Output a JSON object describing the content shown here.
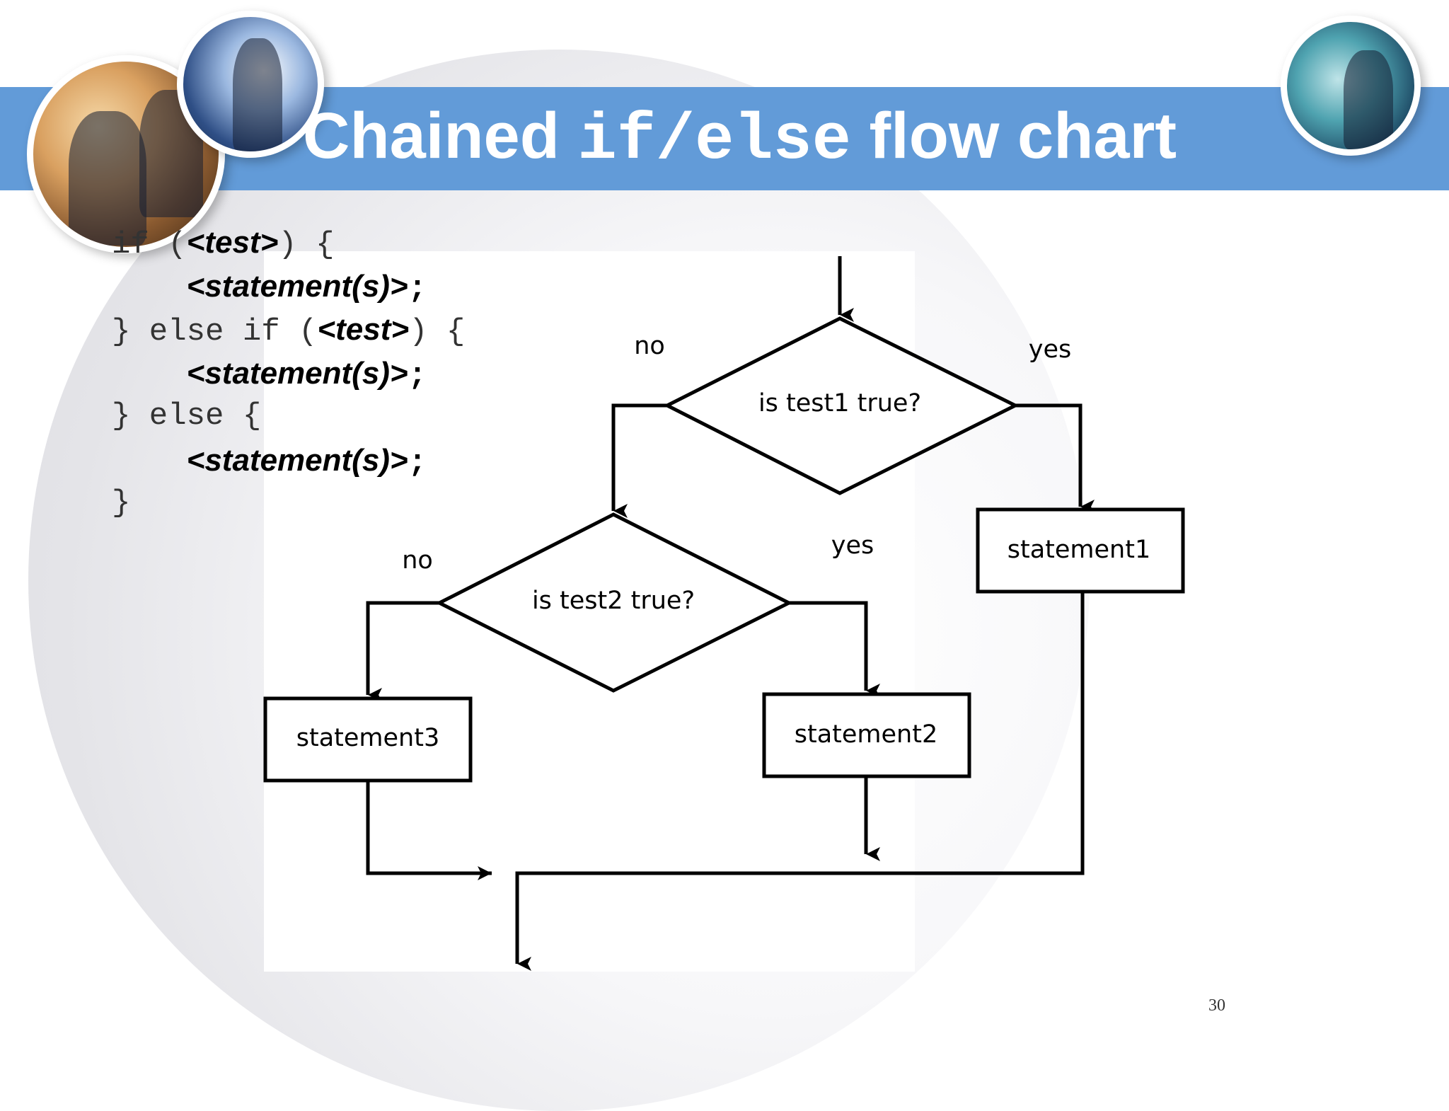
{
  "title": {
    "prefix": "Chained ",
    "code": "if/else",
    "suffix": " flow chart"
  },
  "code": {
    "l1": {
      "kw": "if (",
      "test": "<test>",
      "end": ") {"
    },
    "l2": {
      "stmt": "<statement(s)>",
      "semi": ";"
    },
    "l3": {
      "kw": "} else if (",
      "test": "<test>",
      "end": ") {"
    },
    "l4": {
      "stmt": "<statement(s)>",
      "semi": ";"
    },
    "l5": {
      "kw": "} else {"
    },
    "l6": {
      "stmt": "<statement(s)>",
      "semi": ";"
    },
    "l7": {
      "kw": "}"
    }
  },
  "flow": {
    "test1": "is test1 true?",
    "test2": "is test2 true?",
    "no1": "no",
    "yes1": "yes",
    "no2": "no",
    "yes2": "yes",
    "statement1": "statement1",
    "statement2": "statement2",
    "statement3": "statement3"
  },
  "page_number": "30",
  "colors": {
    "title_bar": "#629bd8",
    "title_text": "#ffffff"
  }
}
